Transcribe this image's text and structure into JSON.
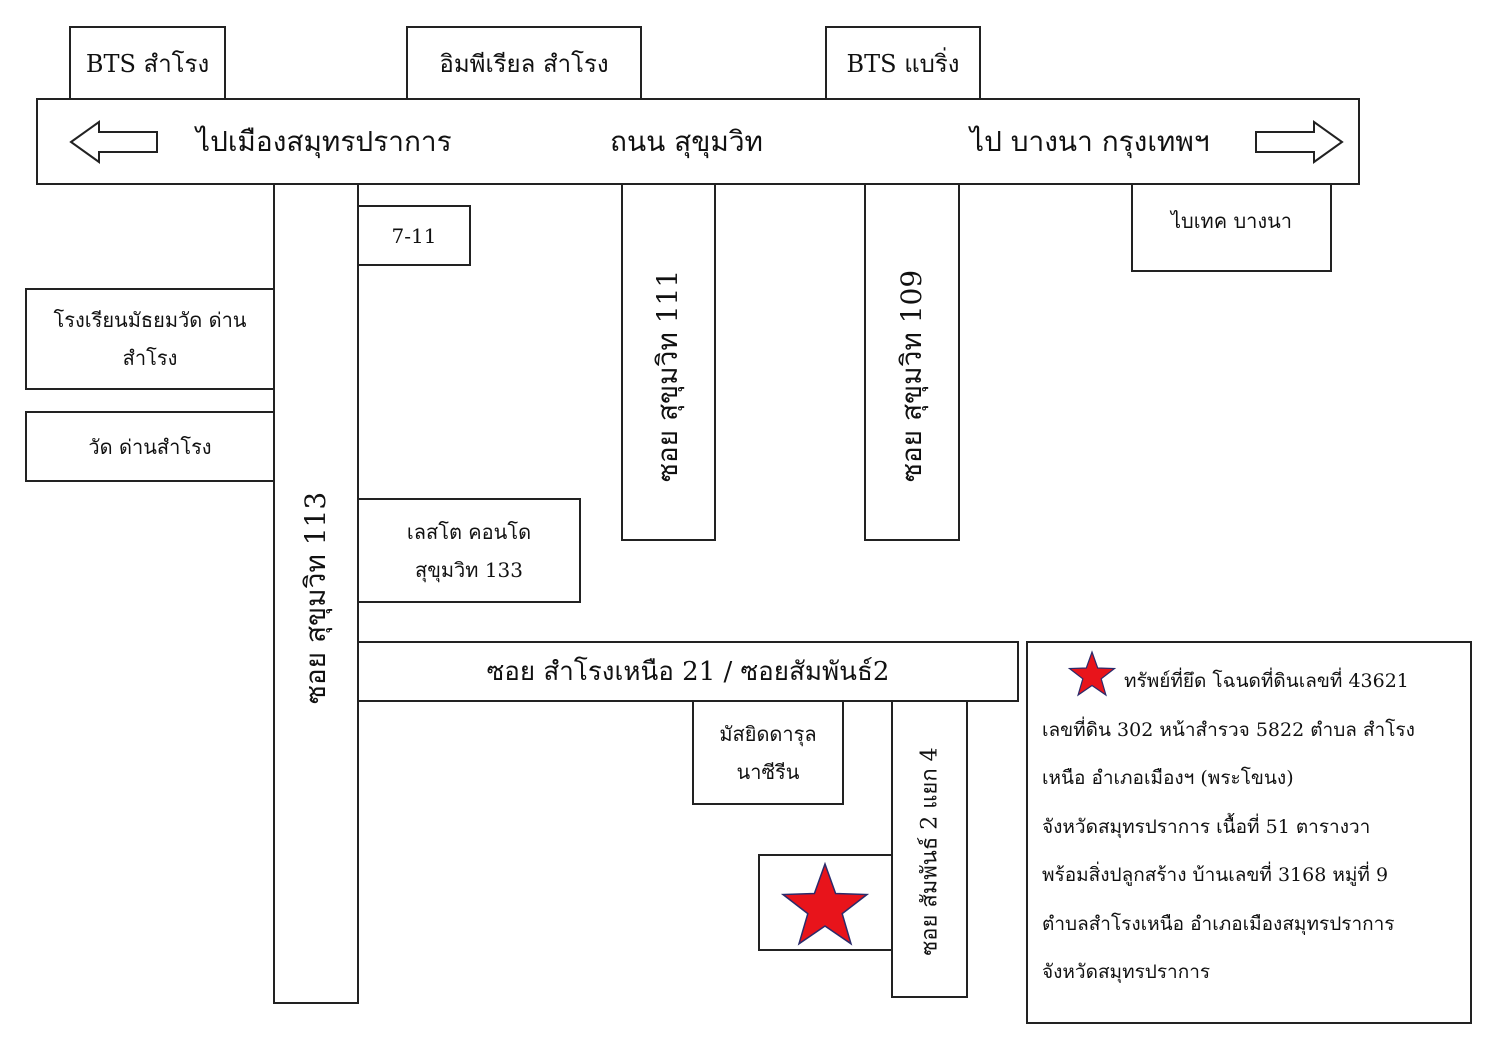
{
  "top_landmarks": {
    "bts_samrong": "BTS สำโรง",
    "imperial": "อิมพีเรียล สำโรง",
    "bts_bearing": "BTS แบริ่ง"
  },
  "main_road": {
    "left_label": "ไปเมืองสมุทรปราการ",
    "center_label": "ถนน สุขุมวิท",
    "right_label": "ไป  บางนา กรุงเทพฯ"
  },
  "landmarks": {
    "seven_eleven": "7-11",
    "biotech": "ไบเทค บางนา",
    "school_line1": "โรงเรียนมัธยมวัด ด่าน",
    "school_line2": "สำโรง",
    "temple": "วัด ด่านสำโรง",
    "condo_line1": "เลสโต คอนโด",
    "condo_line2": "สุขุมวิท 133",
    "mosque_line1": "มัสยิดดารุล",
    "mosque_line2": "นาซีรีน"
  },
  "roads": {
    "soi_113": "ซอย  สุขุมวิท  113",
    "soi_111": "ซอย  สุขุมวิท  111",
    "soi_109": "ซอย  สุขุมวิท  109",
    "samrong_nuea": "ซอย สำโรงเหนือ 21 / ซอยสัมพันธ์2",
    "sampan_2_yaek_4": "ซอย  สัมพันธ์ 2 แยก 4"
  },
  "property_info": {
    "line1": "ทรัพย์ที่ยึด โฉนดที่ดินเลขที่ 43621",
    "line2": "เลขที่ดิน 302 หน้าสำรวจ 5822 ตำบล สำโรง",
    "line3": "เหนือ  อำเภอเมืองฯ (พระโขนง)",
    "line4": "จังหวัดสมุทรปราการ  เนื้อที่ 51 ตารางวา",
    "line5": "พร้อมสิ่งปลูกสร้าง บ้านเลขที่ 3168 หมู่ที่ 9",
    "line6": "ตำบลสำโรงเหนือ  อำเภอเมืองสมุทรปราการ",
    "line7": "จังหวัดสมุทรปราการ"
  },
  "colors": {
    "star": "#e8141b",
    "star_outline": "#2b2b6b",
    "line": "#222222"
  }
}
